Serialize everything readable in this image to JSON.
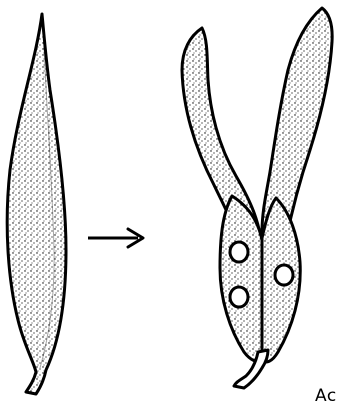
{
  "figure": {
    "stroke_color": "#000000",
    "fill_color": "#ffffff",
    "partial_label": "Ac"
  },
  "panels": [
    {
      "name": "closed-pod",
      "state": "closed"
    },
    {
      "name": "dehisced-pod",
      "state": "split open",
      "visible_seeds": 3
    }
  ],
  "arrow": {
    "direction": "right"
  }
}
